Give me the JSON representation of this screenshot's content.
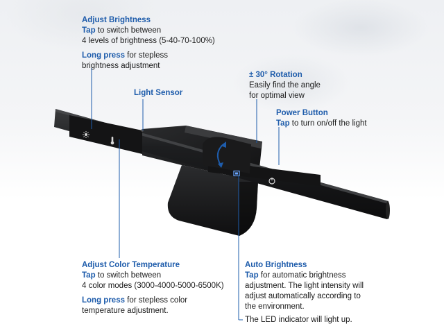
{
  "callouts": {
    "adjust_brightness": {
      "heading": "Adjust Brightness",
      "tap_label": "Tap",
      "tap_rest": " to switch between",
      "line2": "4 levels of brightness (5-40-70-100%)",
      "long_label": "Long press",
      "long_rest": " for stepless",
      "line4": "brightness adjustment"
    },
    "light_sensor": {
      "heading": "Light Sensor"
    },
    "rotation": {
      "heading": "± 30° Rotation",
      "line1": "Easily find the angle",
      "line2": "for optimal view"
    },
    "power_button": {
      "heading": "Power Button",
      "tap_label": "Tap",
      "tap_rest": " to turn on/off the light"
    },
    "adjust_color_temperature": {
      "heading": "Adjust Color Temperature",
      "tap_label": "Tap",
      "tap_rest": " to switch between",
      "line2": "4 color modes (3000-4000-5000-6500K)",
      "long_label": "Long press",
      "long_rest": " for stepless color",
      "line4": "temperature adjustment."
    },
    "auto_brightness": {
      "heading": "Auto Brightness",
      "tap_label": "Tap",
      "tap_rest": " for automatic brightness",
      "line2": "adjustment. The light intensity will",
      "line3": "adjust automatically according to",
      "line4": "the environment.",
      "led_note": "The LED indicator will light up."
    }
  },
  "colors": {
    "accent": "#1e5cab",
    "text": "#1a1a1a",
    "bar": "#1b1b1c"
  },
  "icons": [
    "sun-icon",
    "thermometer-icon",
    "auto-brightness-icon",
    "power-icon",
    "rotation-arrow-icon"
  ]
}
